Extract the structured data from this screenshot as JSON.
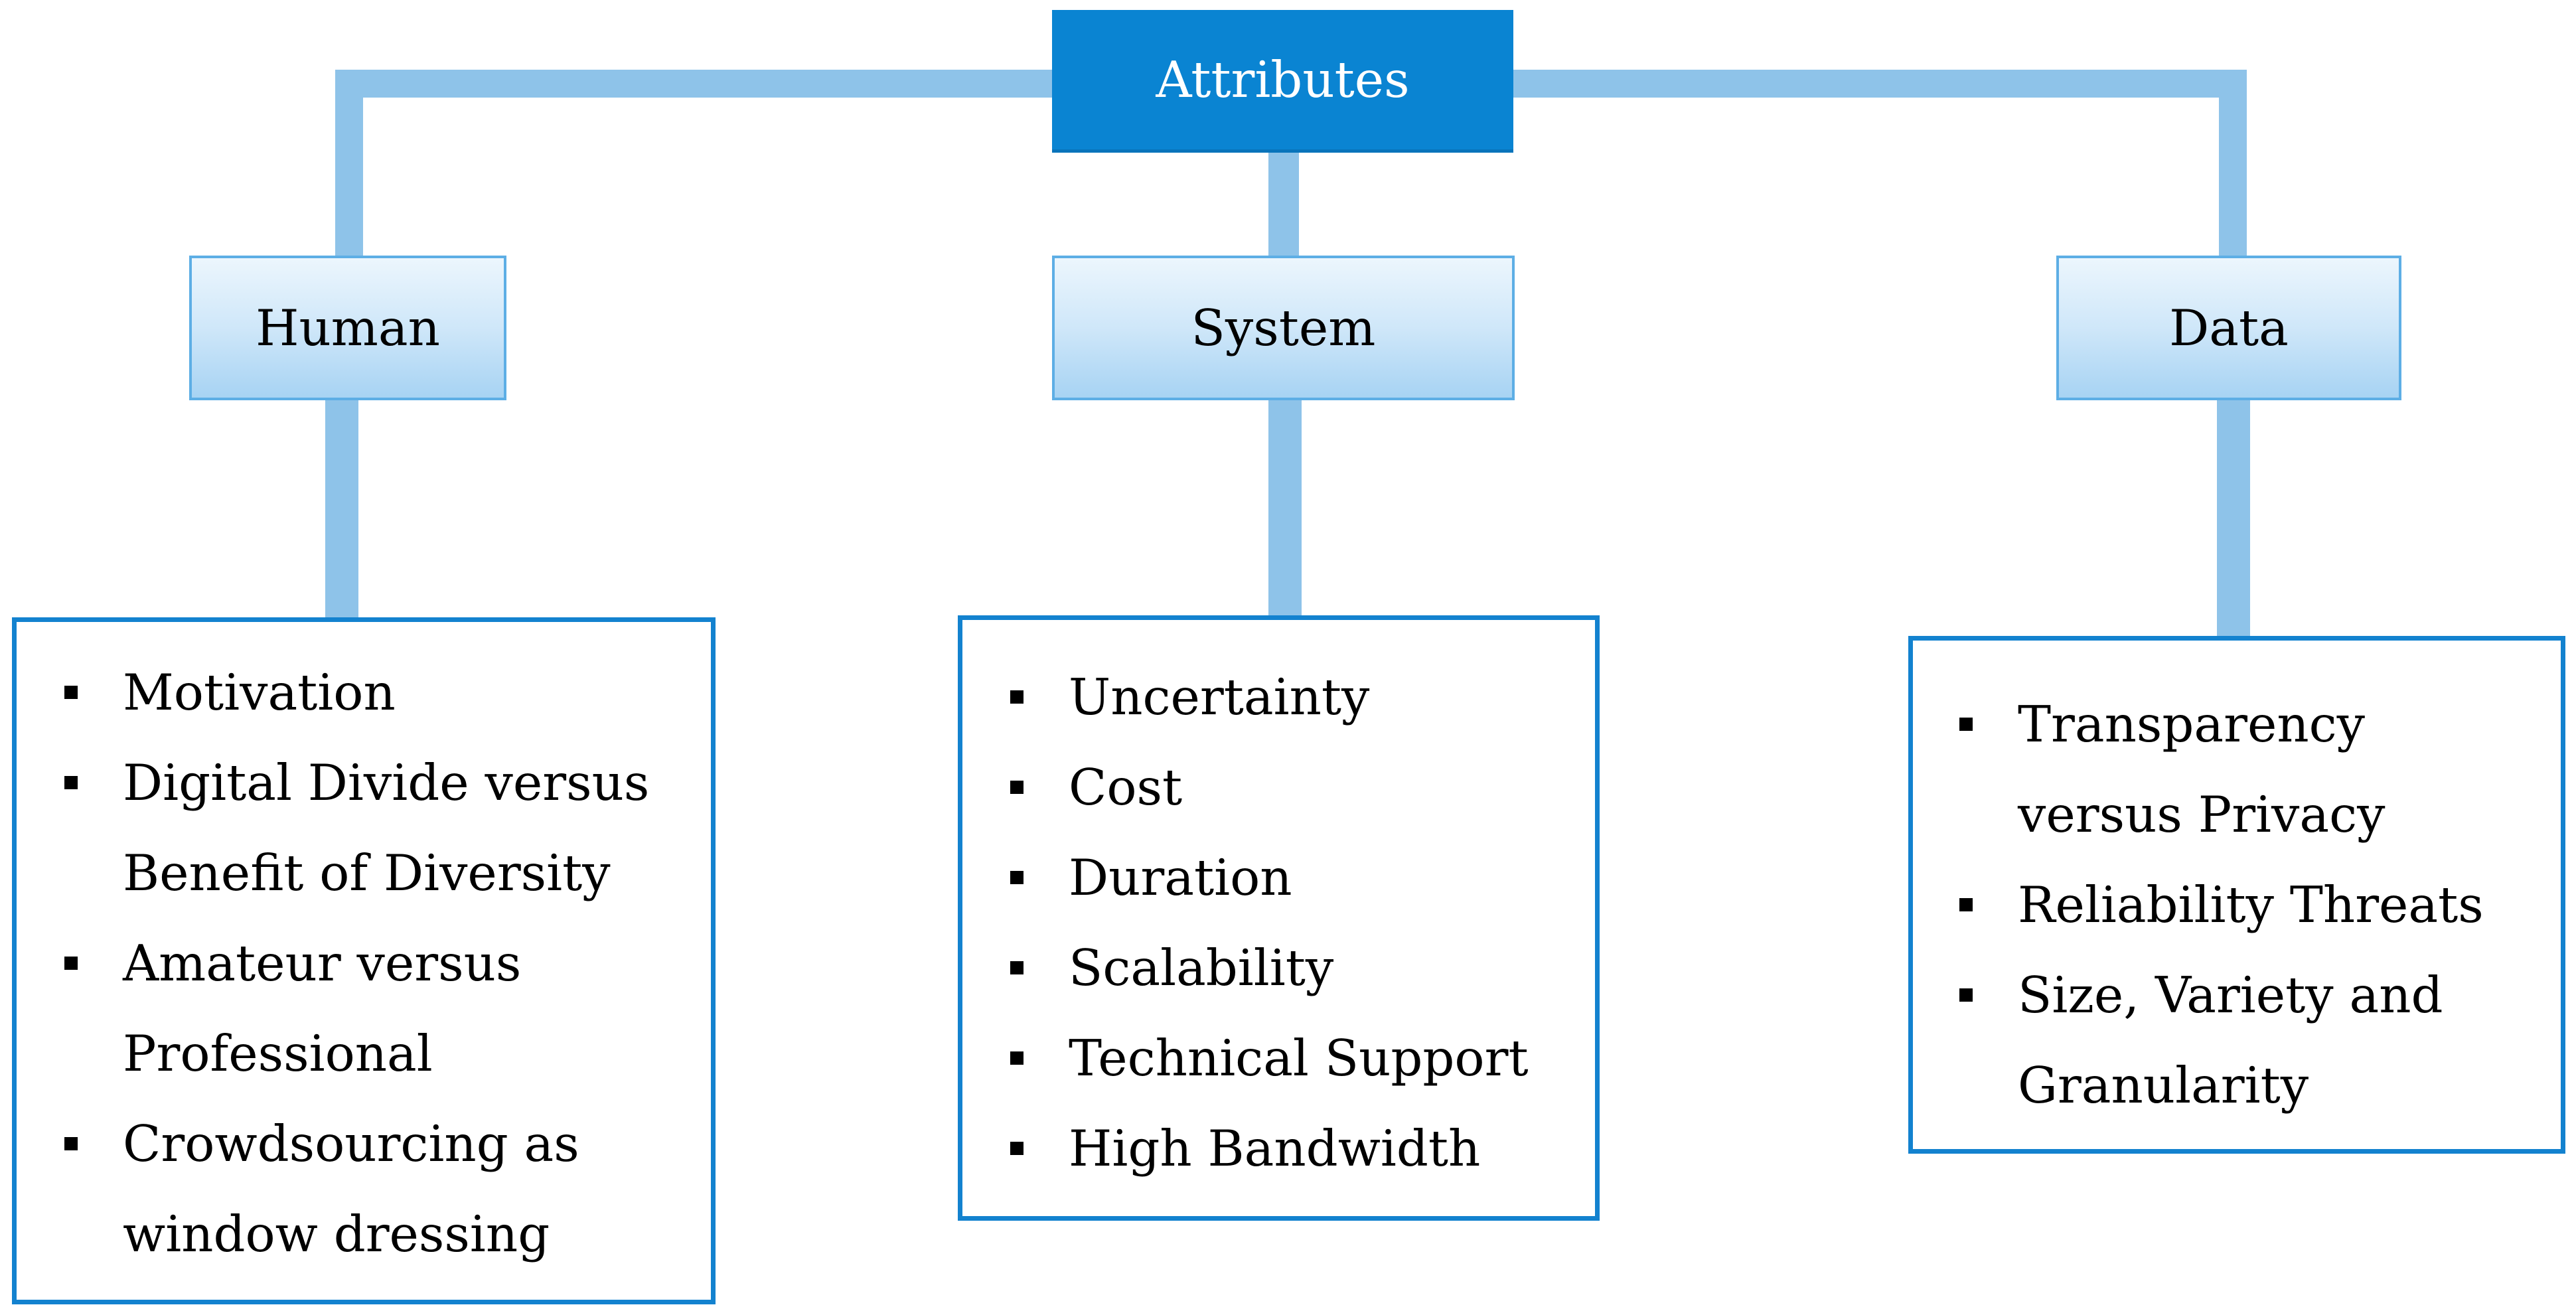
{
  "root": {
    "label": "Attributes"
  },
  "categories": [
    {
      "label": "Human",
      "items": [
        "Motivation",
        "Digital Divide versus Benefit of Diversity",
        "Amateur versus Professional",
        "Crowdsourcing as window dressing"
      ]
    },
    {
      "label": "System",
      "items": [
        "Uncertainty",
        "Cost",
        "Duration",
        "Scalability",
        "Technical Support",
        "High Bandwidth"
      ]
    },
    {
      "label": "Data",
      "items": [
        "Transparency versus Privacy",
        "Reliability Threats",
        "Size, Variety and Granularity"
      ]
    }
  ],
  "colors": {
    "root_fill": "#0a84d2",
    "connector": "#8ec3e9",
    "category_border": "#5daee5",
    "box_border": "#1382cf"
  }
}
